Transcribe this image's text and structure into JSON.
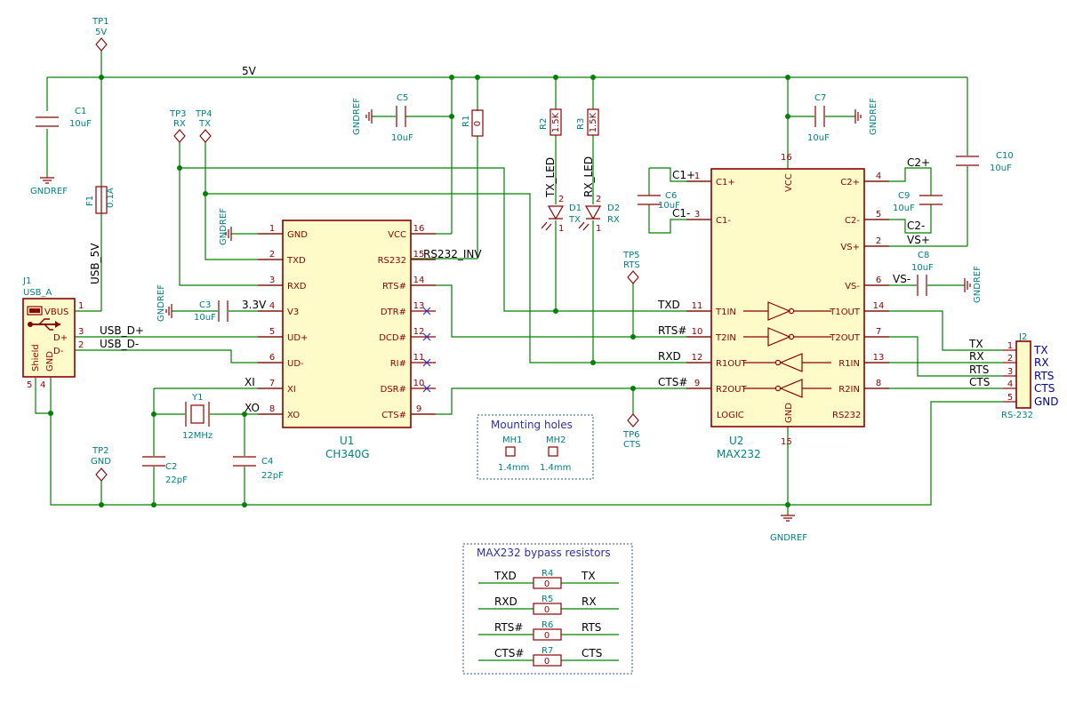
{
  "nets": {
    "v5": "5V",
    "usb5v": "USB_5V",
    "usbdp": "USB_D+",
    "usbdm": "USB_D-",
    "v33": "3.3V",
    "xi": "XI",
    "xo": "XO",
    "rs232inv": "RS232_INV",
    "txled": "TX_LED",
    "rxled": "RX_LED",
    "c1p": "C1+",
    "c1m": "C1-",
    "c2p": "C2+",
    "c2m": "C2-",
    "vsp": "VS+",
    "vsm": "VS-",
    "txd": "TXD",
    "rtsn": "RTS#",
    "rxd": "RXD",
    "ctsn": "CTS#",
    "tx": "TX",
    "rx": "RX",
    "rts": "RTS",
    "cts": "CTS"
  },
  "gnd": "GNDREF",
  "testpoints": [
    {
      "ref": "TP1",
      "val": "5V"
    },
    {
      "ref": "TP2",
      "val": "GND"
    },
    {
      "ref": "TP3",
      "val": "RX"
    },
    {
      "ref": "TP4",
      "val": "TX"
    },
    {
      "ref": "TP5",
      "val": "RTS"
    },
    {
      "ref": "TP6",
      "val": "CTS"
    }
  ],
  "caps": [
    {
      "ref": "C1",
      "val": "10uF"
    },
    {
      "ref": "C2",
      "val": "22pF"
    },
    {
      "ref": "C3",
      "val": "10uF"
    },
    {
      "ref": "C4",
      "val": "22pF"
    },
    {
      "ref": "C5",
      "val": "10uF"
    },
    {
      "ref": "C6",
      "val": "10uF"
    },
    {
      "ref": "C7",
      "val": "10uF"
    },
    {
      "ref": "C8",
      "val": "10uF"
    },
    {
      "ref": "C9",
      "val": "10uF"
    },
    {
      "ref": "C10",
      "val": "10uF"
    }
  ],
  "resistors": [
    {
      "ref": "R1",
      "val": "0"
    },
    {
      "ref": "R2",
      "val": "1.5K"
    },
    {
      "ref": "R3",
      "val": "1.5K"
    },
    {
      "ref": "R4",
      "val": "0"
    },
    {
      "ref": "R5",
      "val": "0"
    },
    {
      "ref": "R6",
      "val": "0"
    },
    {
      "ref": "R7",
      "val": "0"
    }
  ],
  "fuse": {
    "ref": "F1",
    "val": "0.1A"
  },
  "crystal": {
    "ref": "Y1",
    "val": "12MHz"
  },
  "leds": [
    {
      "ref": "D1",
      "val": "TX"
    },
    {
      "ref": "D2",
      "val": "RX"
    }
  ],
  "j1": {
    "ref": "J1",
    "val": "USB_A",
    "pins": [
      "VBUS",
      "D+",
      "D-",
      "Shield",
      "GND"
    ],
    "nums": [
      "1",
      "3",
      "2",
      "5",
      "4"
    ]
  },
  "u1": {
    "ref": "U1",
    "val": "CH340G",
    "left": [
      {
        "num": "1",
        "name": "GND"
      },
      {
        "num": "2",
        "name": "TXD"
      },
      {
        "num": "3",
        "name": "RXD"
      },
      {
        "num": "4",
        "name": "V3"
      },
      {
        "num": "5",
        "name": "UD+"
      },
      {
        "num": "6",
        "name": "UD-"
      },
      {
        "num": "7",
        "name": "XI"
      },
      {
        "num": "8",
        "name": "XO"
      }
    ],
    "right": [
      {
        "num": "16",
        "name": "VCC"
      },
      {
        "num": "15",
        "name": "RS232"
      },
      {
        "num": "14",
        "name": "RTS#"
      },
      {
        "num": "13",
        "name": "DTR#"
      },
      {
        "num": "12",
        "name": "DCD#"
      },
      {
        "num": "11",
        "name": "RI#"
      },
      {
        "num": "10",
        "name": "DSR#"
      },
      {
        "num": "9",
        "name": "CTS#"
      }
    ]
  },
  "u2": {
    "ref": "U2",
    "val": "MAX232",
    "left": [
      {
        "num": "1",
        "name": "C1+"
      },
      {
        "num": "3",
        "name": "C1-"
      },
      {
        "num": "11",
        "name": "T1IN"
      },
      {
        "num": "10",
        "name": "T2IN"
      },
      {
        "num": "12",
        "name": "R1OUT"
      },
      {
        "num": "9",
        "name": "R2OUT"
      }
    ],
    "right": [
      {
        "num": "4",
        "name": "C2+"
      },
      {
        "num": "5",
        "name": "C2-"
      },
      {
        "num": "2",
        "name": "VS+"
      },
      {
        "num": "6",
        "name": "VS-"
      },
      {
        "num": "14",
        "name": "T1OUT"
      },
      {
        "num": "7",
        "name": "T2OUT"
      },
      {
        "num": "13",
        "name": "R1IN"
      },
      {
        "num": "8",
        "name": "R2IN"
      }
    ],
    "top": {
      "num": "16",
      "name": "VCC"
    },
    "bottom": {
      "num": "15",
      "name": "GND"
    },
    "logic": "LOGIC",
    "rs232": "RS232"
  },
  "j2": {
    "ref": "J2",
    "val": "RS-232",
    "pins": [
      "TX",
      "RX",
      "RTS",
      "CTS",
      "GND"
    ],
    "nums": [
      "1",
      "2",
      "3",
      "4",
      "5"
    ]
  },
  "mounting": {
    "title": "Mounting holes",
    "holes": [
      {
        "ref": "MH1",
        "val": "1.4mm"
      },
      {
        "ref": "MH2",
        "val": "1.4mm"
      }
    ]
  },
  "bypass": {
    "title": "MAX232 bypass resistors",
    "rows": [
      {
        "l": "TXD",
        "r": "TX"
      },
      {
        "l": "RXD",
        "r": "RX"
      },
      {
        "l": "RTS#",
        "r": "RTS"
      },
      {
        "l": "CTS#",
        "r": "CTS"
      }
    ]
  },
  "colors": {
    "wire": "#008000",
    "body": "#8b0000",
    "fill": "#fffbc8",
    "ref": "#008080",
    "note": "#3030a0"
  }
}
